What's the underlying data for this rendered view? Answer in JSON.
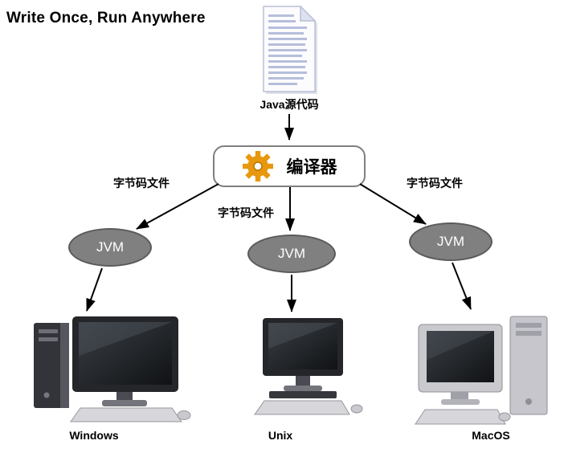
{
  "title": "Write Once, Run Anywhere",
  "source_doc": {
    "label": "Java源代码"
  },
  "compiler": {
    "label": "编译器"
  },
  "bytecode": {
    "left": "字节码文件",
    "center": "字节码文件",
    "right": "字节码文件"
  },
  "jvm": {
    "left": "JVM",
    "center": "JVM",
    "right": "JVM"
  },
  "platforms": {
    "left": "Windows",
    "center": "Unix",
    "right": "MacOS"
  },
  "colors": {
    "arrow": "#000000",
    "gear": "#E8980C",
    "gear_dark": "#b87708",
    "jvm_fill": "#808080",
    "jvm_border": "#5a5a5a",
    "compiler_border": "#7f7f7f"
  }
}
